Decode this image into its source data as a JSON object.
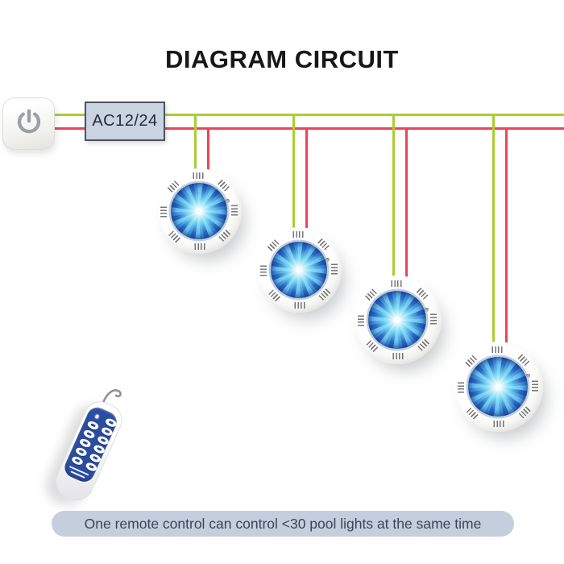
{
  "title": "DIAGRAM CIRCUIT",
  "power_supply": {
    "label": "AC12/24"
  },
  "lights": {
    "count": 4
  },
  "remote": {
    "button_count": 11
  },
  "footer": {
    "note": "One remote control can control <30 pool lights at the same time"
  },
  "colors": {
    "wire_live": "#e9455a",
    "wire_neutral": "#a9ce32",
    "transformer_fill": "#c9d3e1",
    "transformer_border": "#4a5360",
    "remote_panel": "#2b4da1",
    "footer_bg": "#c5cedd",
    "footer_text": "#3a4656",
    "led_bright": "#7fe0f6",
    "led_dark": "#1644a8",
    "title_text": "#171717"
  }
}
